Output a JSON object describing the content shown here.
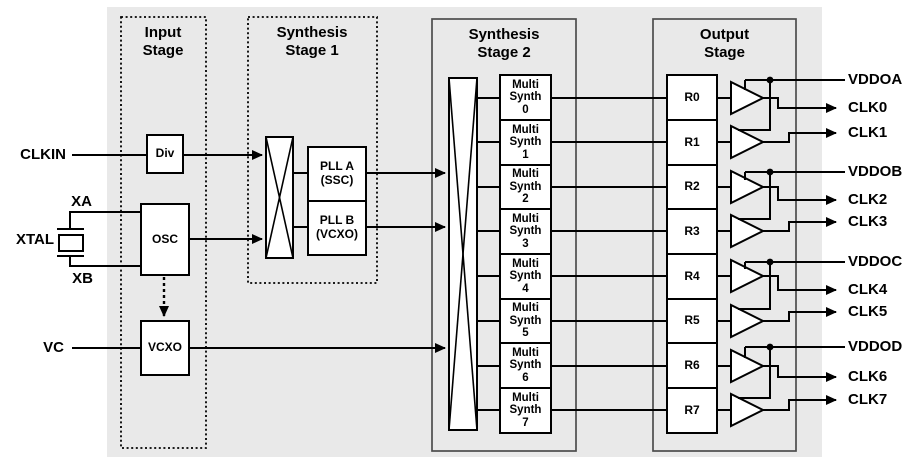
{
  "diagram": {
    "stages": {
      "input": "Input\nStage",
      "synth1": "Synthesis\nStage 1",
      "synth2": "Synthesis\nStage 2",
      "output": "Output\nStage"
    },
    "left_pins": [
      "CLKIN",
      "XA",
      "XTAL",
      "XB",
      "VC"
    ],
    "blocks": {
      "div": "Div",
      "osc": "OSC",
      "vcxo": "VCXO",
      "pll_a": "PLL A\n(SSC)",
      "pll_b": "PLL B\n(VCXO)"
    },
    "multisynth": [
      "Multi\nSynth\n0",
      "Multi\nSynth\n1",
      "Multi\nSynth\n2",
      "Multi\nSynth\n3",
      "Multi\nSynth\n4",
      "Multi\nSynth\n5",
      "Multi\nSynth\n6",
      "Multi\nSynth\n7"
    ],
    "r_dividers": [
      "R0",
      "R1",
      "R2",
      "R3",
      "R4",
      "R5",
      "R6",
      "R7"
    ],
    "right_pins": [
      "VDDOA",
      "CLK0",
      "CLK1",
      "VDDOB",
      "CLK2",
      "CLK3",
      "VDDOC",
      "CLK4",
      "CLK5",
      "VDDOD",
      "CLK6",
      "CLK7"
    ],
    "colors": {
      "panel_bg": "#e9e9e9",
      "wire": "#000000",
      "box_fill": "#ffffff",
      "stage_border": "#4d4d4d"
    }
  }
}
